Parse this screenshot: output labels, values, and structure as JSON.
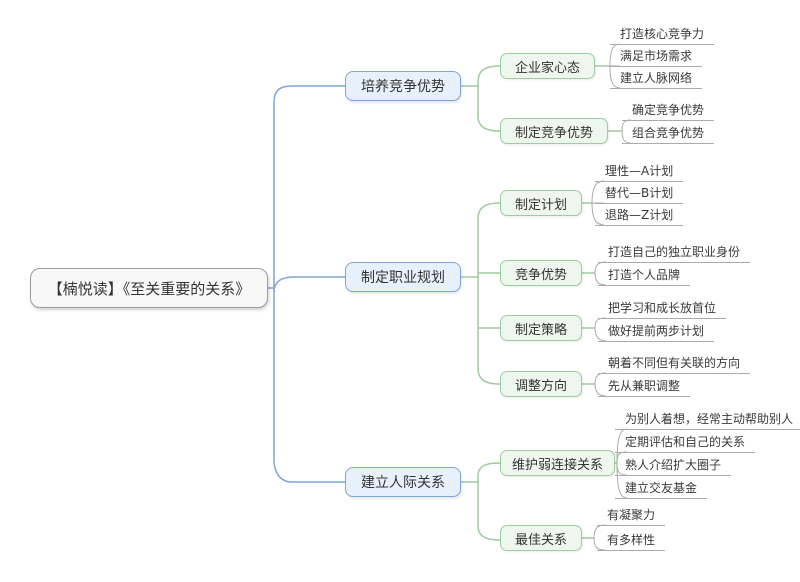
{
  "root": {
    "label": "【楠悦读】《至关重要的关系》"
  },
  "colors": {
    "branch_blue_border": "#7ea6d8",
    "branch_blue_fill": "#e8f1fb",
    "sub_green_border": "#9fcba0",
    "sub_green_fill": "#eef7ee",
    "leaf_line_gray": "#ababab",
    "root_border_gray": "#9e9e9e"
  },
  "branches": [
    {
      "label": "培养竞争优势",
      "children": [
        {
          "label": "企业家心态",
          "leaves": [
            "打造核心竞争力",
            "满足市场需求",
            "建立人脉网络"
          ]
        },
        {
          "label": "制定竞争优势",
          "leaves": [
            "确定竞争优势",
            "组合竞争优势"
          ]
        }
      ]
    },
    {
      "label": "制定职业规划",
      "children": [
        {
          "label": "制定计划",
          "leaves": [
            "理性—A计划",
            "替代—B计划",
            "退路—Z计划"
          ]
        },
        {
          "label": "竞争优势",
          "leaves": [
            "打造自己的独立职业身份",
            "打造个人品牌"
          ]
        },
        {
          "label": "制定策略",
          "leaves": [
            "把学习和成长放首位",
            "做好提前两步计划"
          ]
        },
        {
          "label": "调整方向",
          "leaves": [
            "朝着不同但有关联的方向",
            "先从兼职调整"
          ]
        }
      ]
    },
    {
      "label": "建立人际关系",
      "children": [
        {
          "label": "维护弱连接关系",
          "leaves": [
            "为别人着想，经常主动帮助别人",
            "定期评估和自己的关系",
            "熟人介绍扩大圈子",
            "建立交友基金"
          ]
        },
        {
          "label": "最佳关系",
          "leaves": [
            "有凝聚力",
            "有多样性"
          ]
        }
      ]
    }
  ]
}
